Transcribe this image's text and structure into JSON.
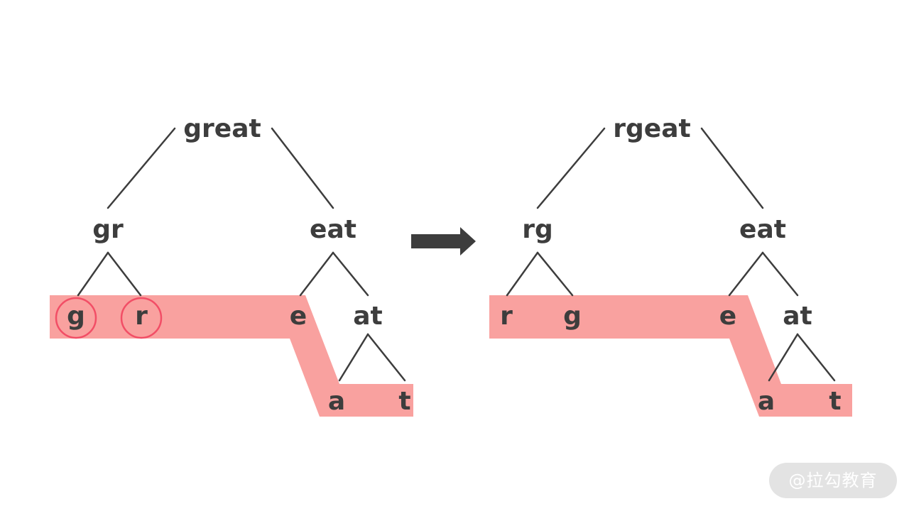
{
  "colors": {
    "text": "#3d3d3d",
    "highlight_band": "#f9a19f",
    "circle_mark": "#f24e66",
    "arrow": "#3d3d3d"
  },
  "before_tree": {
    "root": "great",
    "left": "gr",
    "right": "eat",
    "leaf_g": "g",
    "leaf_r": "r",
    "leaf_e": "e",
    "node_at": "at",
    "leaf_a": "a",
    "leaf_t": "t"
  },
  "after_tree": {
    "root": "rgeat",
    "left": "rg",
    "right": "eat",
    "leaf_r": "r",
    "leaf_g": "g",
    "leaf_e": "e",
    "node_at": "at",
    "leaf_a": "a",
    "leaf_t": "t"
  },
  "arrow_icon": "right-arrow-icon",
  "watermark": "@拉勾教育"
}
